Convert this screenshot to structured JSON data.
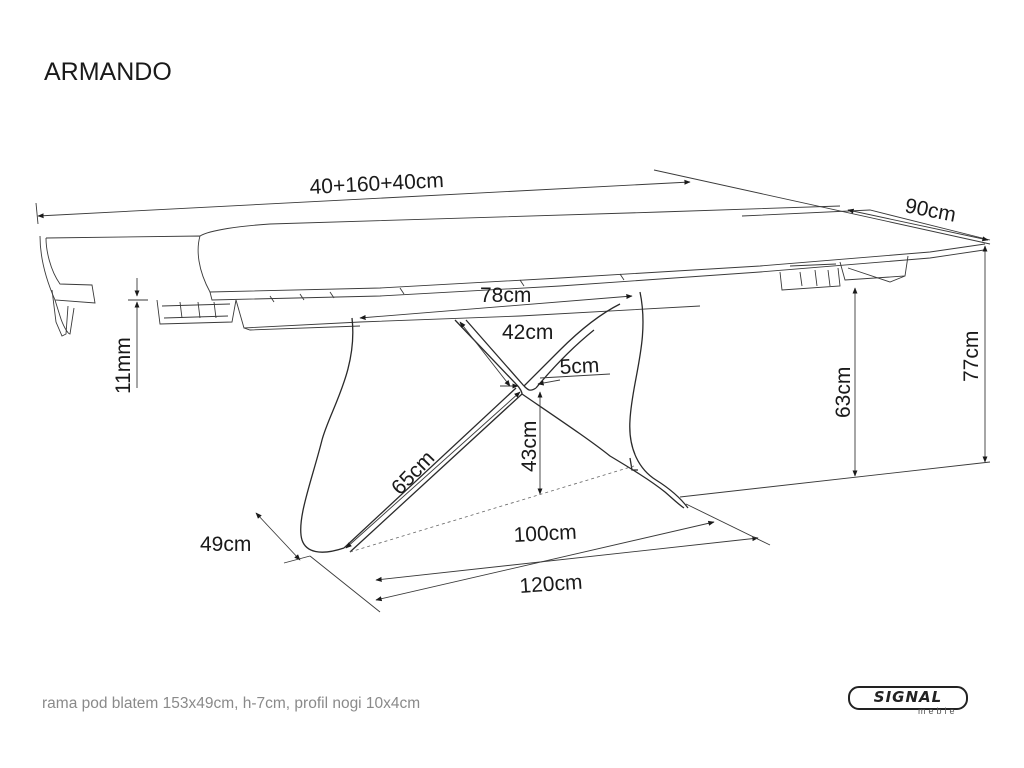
{
  "title": "ARMANDO",
  "footer": "rama pod blatem 153x49cm, h-7cm, profil nogi 10x4cm",
  "logo": {
    "word": "SIGNAL",
    "sub": "meble"
  },
  "dimensions": {
    "length": "40+160+40cm",
    "depth": "90cm",
    "height_total": "77cm",
    "height_frame": "63cm",
    "top_thickness": "11mm",
    "top_span": "78cm",
    "inner_span": "42cm",
    "gap": "5cm",
    "lower_height": "43cm",
    "leg_diagonal": "65cm",
    "base_depth": "49cm",
    "base_inner": "100cm",
    "base_outer": "120cm"
  }
}
